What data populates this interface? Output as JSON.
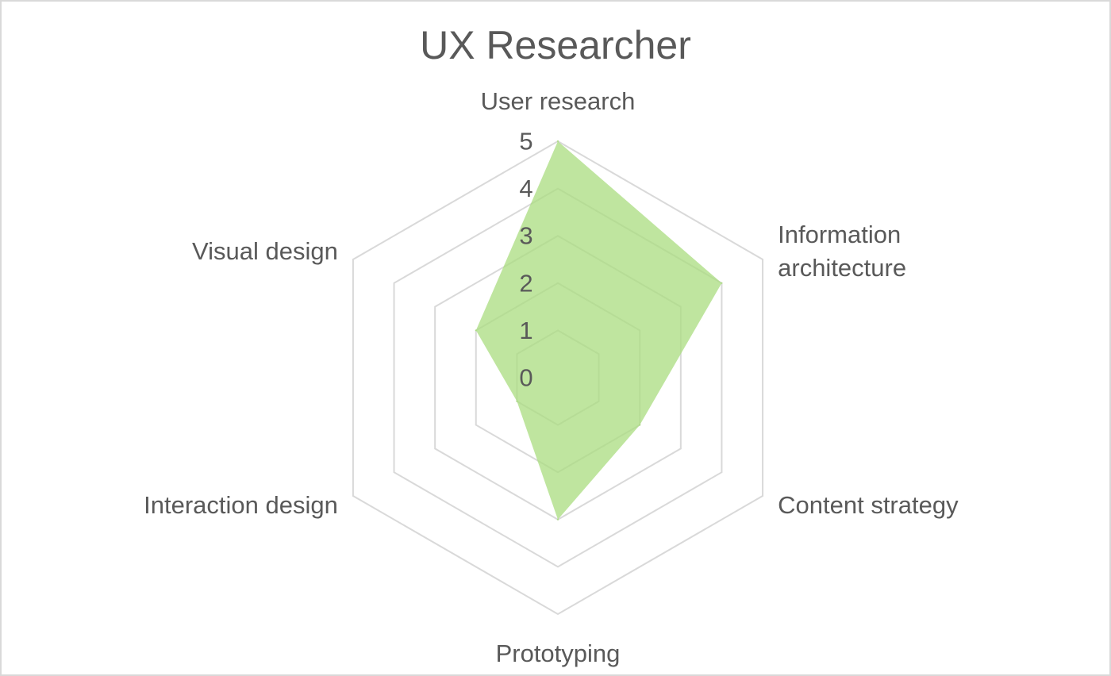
{
  "chart_data": {
    "type": "radar",
    "title": "UX Researcher",
    "categories": [
      "User research",
      "Information architecture",
      "Content strategy",
      "Prototyping",
      "Interaction design",
      "Visual design"
    ],
    "category_lines": [
      [
        "User research"
      ],
      [
        "Information",
        "architecture"
      ],
      [
        "Content strategy"
      ],
      [
        "Prototyping"
      ],
      [
        "Interaction design"
      ],
      [
        "Visual design"
      ]
    ],
    "series": [
      {
        "values": [
          5,
          4,
          2,
          3,
          1,
          2
        ],
        "color": "#a9dc7f"
      }
    ],
    "rlim": [
      0,
      5
    ],
    "ticks": [
      "0",
      "1",
      "2",
      "3",
      "4",
      "5"
    ],
    "grid": true,
    "grid_color": "#d9d9d9",
    "text_color": "#595959",
    "legend": "none"
  }
}
